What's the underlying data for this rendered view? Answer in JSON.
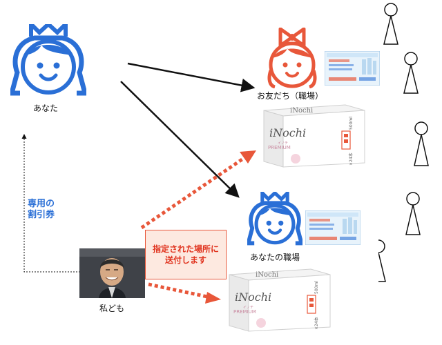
{
  "labels": {
    "you": "あなた",
    "friend": "お友だち（職場）",
    "your_workplace": "あなたの職場",
    "us": "私ども"
  },
  "coupon": {
    "text": "専用の\n割引券"
  },
  "delivery_note": {
    "text": "指定された場所に\n送付します"
  },
  "product": {
    "brand": "iNochi",
    "brand_kana": "イノチ",
    "grade": "PREMIUM",
    "volume": "500ml",
    "count": "×24本"
  },
  "colors": {
    "blue": "#2a6fd6",
    "red": "#e8573a",
    "note_bg": "#fde9e0"
  }
}
